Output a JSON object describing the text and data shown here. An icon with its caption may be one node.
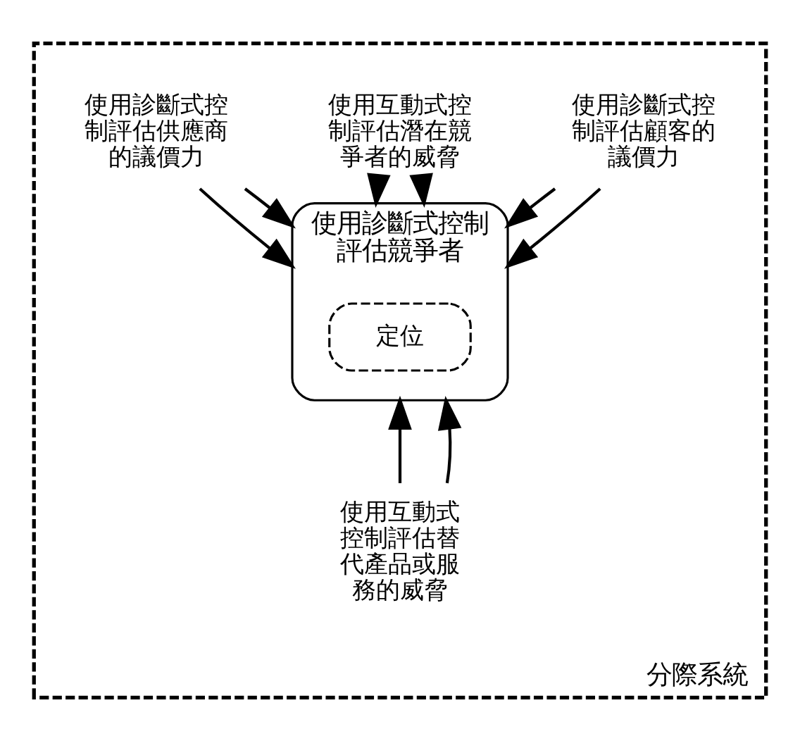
{
  "diagram": {
    "nodes": [
      {
        "text": [
          "分際系統"
        ]
      },
      {
        "text": [
          "使用互動式控制評估潛在競爭者的威脅"
        ],
        "in": 0
      },
      {
        "text": [
          "使用診斷式控制評估供應商的議價力"
        ],
        "in": 0
      },
      {
        "text": [
          "使用診斷式控制",
          "評估競爭者"
        ],
        "in": 0
      },
      {
        "text": [
          "定位"
        ],
        "in": 3
      },
      {
        "text": [
          "使用診斷式控制評估顧客的議價力"
        ],
        "in": 0
      },
      {
        "text": [
          "使用互動式控制評估替代產品或服務的威脅"
        ],
        "in": 0
      }
    ],
    "edges": [
      {
        "from": 1,
        "to": 3,
        "arrow": "to"
      },
      {
        "from": 1,
        "to": 3,
        "arrow": "to"
      },
      {
        "from": 2,
        "to": 3,
        "arrow": "to"
      },
      {
        "from": 2,
        "to": 3,
        "arrow": "to"
      },
      {
        "from": 5,
        "to": 3,
        "arrow": "to"
      },
      {
        "from": 5,
        "to": 3,
        "arrow": "to"
      },
      {
        "from": 6,
        "to": 3,
        "arrow": "to"
      },
      {
        "from": 6,
        "to": 3,
        "arrow": "to"
      }
    ]
  }
}
